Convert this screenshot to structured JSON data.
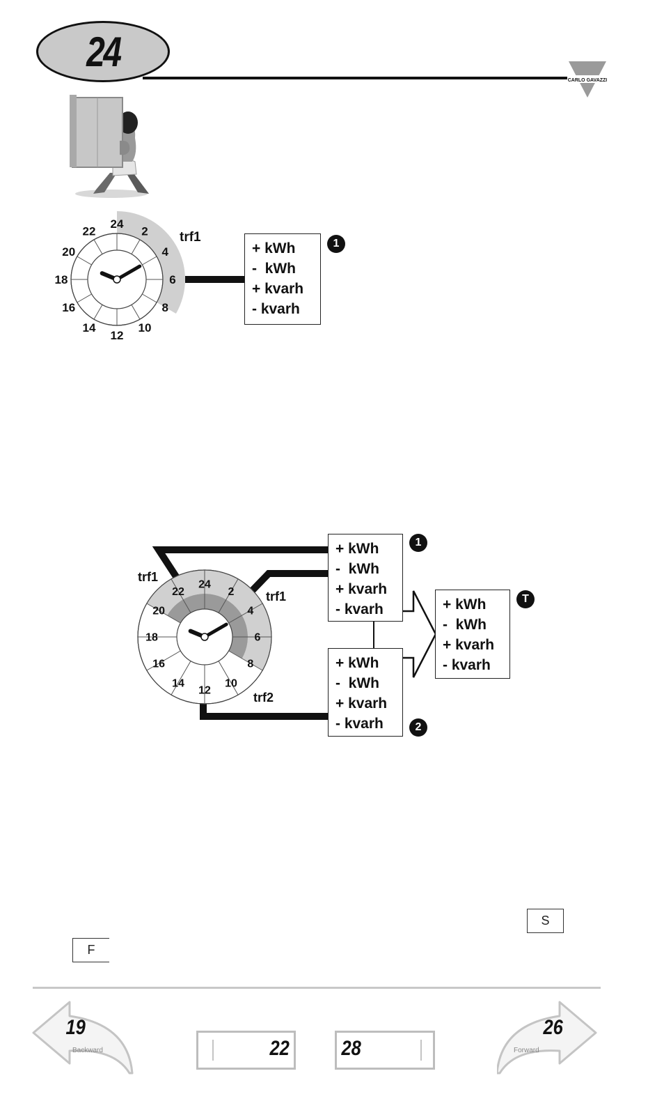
{
  "header": {
    "page_number": "24",
    "brand": "CARLO GAVAZZI"
  },
  "diagram1": {
    "clock_numbers": [
      "24",
      "2",
      "4",
      "6",
      "8",
      "10",
      "12",
      "14",
      "16",
      "18",
      "20",
      "22"
    ],
    "tariff_label": "trf1",
    "box_lines": [
      "+ kWh",
      "-  kWh",
      "+ kvarh",
      "- kvarh"
    ],
    "marker": "1"
  },
  "diagram2": {
    "clock_numbers": [
      "24",
      "2",
      "4",
      "6",
      "8",
      "10",
      "12",
      "14",
      "16",
      "18",
      "20",
      "22"
    ],
    "tariff_labels": [
      "trf1",
      "trf1",
      "trf2"
    ],
    "box1_lines": [
      "+ kWh",
      "-  kWh",
      "+ kvarh",
      "- kvarh"
    ],
    "box2_lines": [
      "+ kWh",
      "-  kWh",
      "+ kvarh",
      "- kvarh"
    ],
    "total_lines": [
      "+ kWh",
      "-  kWh",
      "+ kvarh",
      "- kvarh"
    ],
    "markers": [
      "1",
      "2",
      "T"
    ]
  },
  "keys": {
    "s_key": "S",
    "f_key": "F"
  },
  "navigation": {
    "back_page": "19",
    "back_label": "Backward",
    "forward_page": "26",
    "forward_label": "Forward",
    "first_box_page": "22",
    "second_box_page": "28"
  }
}
